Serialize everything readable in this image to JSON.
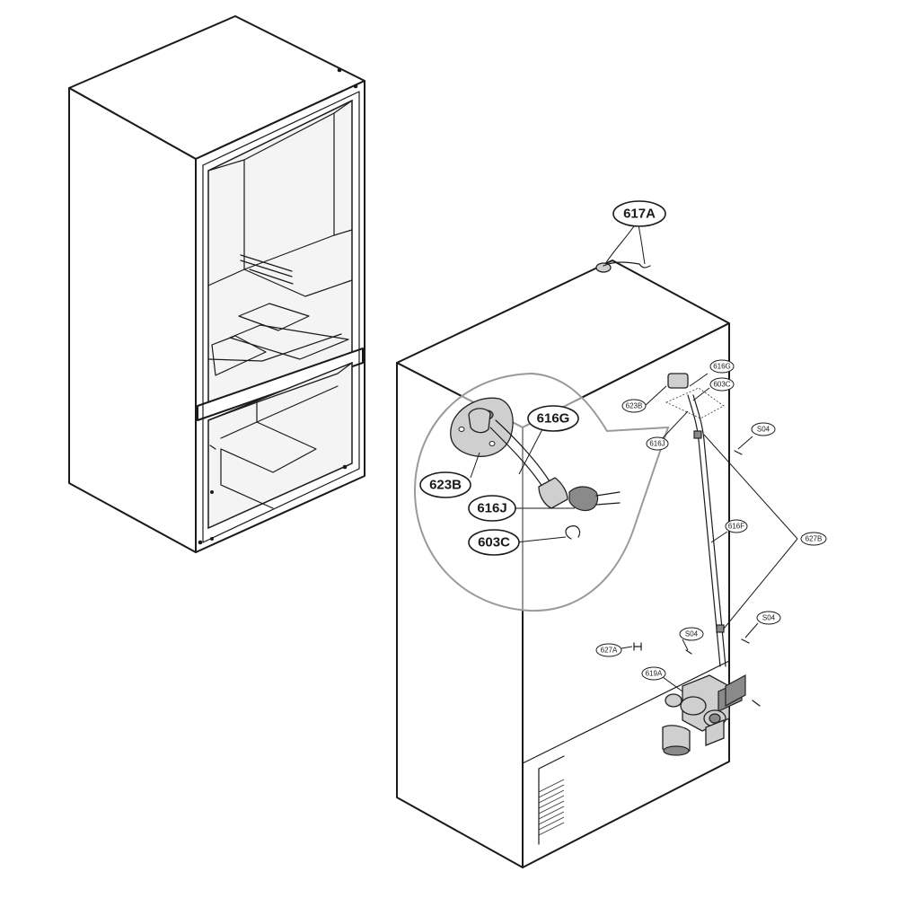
{
  "detail_callouts": {
    "c617A": "617A",
    "c616G": "616G",
    "c623B": "623B",
    "c616J": "616J",
    "c603C": "603C"
  },
  "small_callouts": {
    "c616G": "616G",
    "c603C": "603C",
    "c623B": "623B",
    "c616J": "616J",
    "c616F": "616F",
    "c627B": "627B",
    "c627A": "627A",
    "c619A": "619A",
    "cS04a": "S04",
    "cS04b": "S04",
    "cS04c": "S04"
  }
}
